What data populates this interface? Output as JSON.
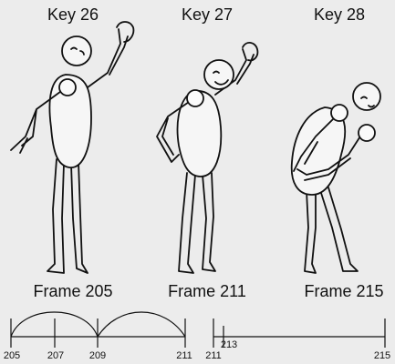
{
  "keys": [
    {
      "label": "Key 26"
    },
    {
      "label": "Key 27"
    },
    {
      "label": "Key 28"
    }
  ],
  "frames": [
    {
      "label": "Frame 205"
    },
    {
      "label": "Frame 211"
    },
    {
      "label": "Frame 215"
    }
  ],
  "timeline_left": {
    "ticks": [
      "205",
      "207",
      "209",
      "211"
    ]
  },
  "timeline_right": {
    "ticks": [
      "211",
      "213",
      "215"
    ]
  }
}
